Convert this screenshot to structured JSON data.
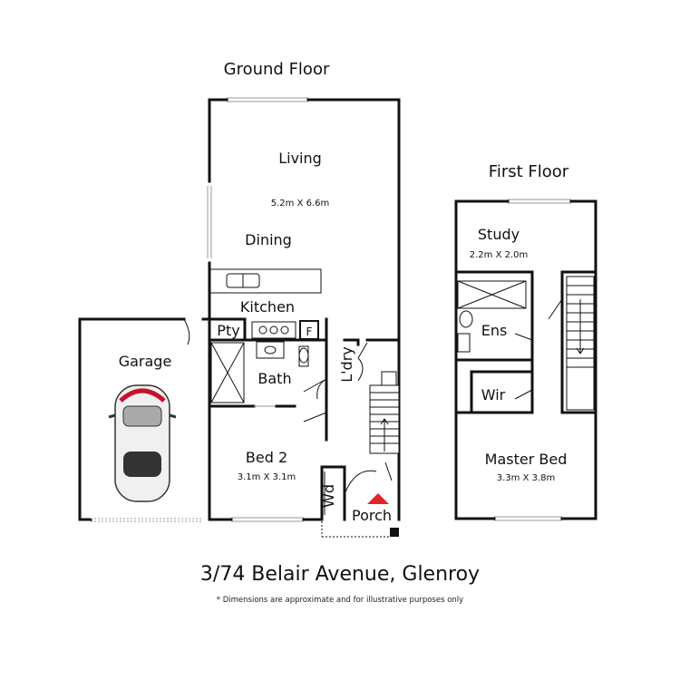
{
  "floors": {
    "ground": "Ground Floor",
    "first": "First Floor"
  },
  "rooms": {
    "living": "Living",
    "living_dim": "5.2m X 6.6m",
    "dining": "Dining",
    "kitchen": "Kitchen",
    "pantry": "Pty",
    "fridge": "F",
    "garage": "Garage",
    "bath": "Bath",
    "laundry": "L'dry",
    "bed2": "Bed 2",
    "bed2_dim": "3.1m X 3.1m",
    "wardrobe": "Wd",
    "porch": "Porch",
    "study": "Study",
    "study_dim": "2.2m X 2.0m",
    "ensuite": "Ens",
    "wir": "Wir",
    "master": "Master Bed",
    "master_dim": "3.3m X 3.8m"
  },
  "address": "3/74 Belair Avenue, Glenroy",
  "disclaimer": "* Dimensions are approximate and for illustrative purposes only",
  "colors": {
    "wall": "#111111",
    "entry_marker": "#e0252b",
    "car_accent": "#c8102e"
  }
}
